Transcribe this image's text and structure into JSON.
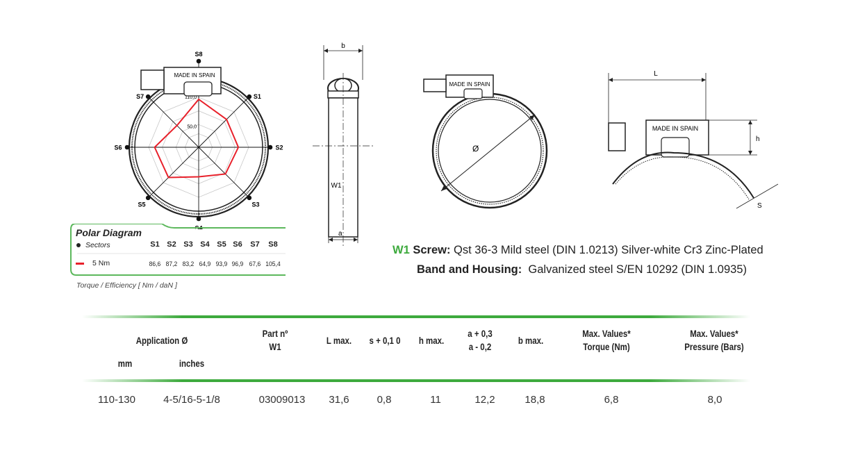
{
  "polar_diagram": {
    "title": "Polar Diagram",
    "sectors_label": "Sectors",
    "sectors": [
      "S1",
      "S2",
      "S3",
      "S4",
      "S5",
      "S6",
      "S7",
      "S8"
    ],
    "series_label": "5 Nm",
    "values": [
      "86,6",
      "87,2",
      "83,2",
      "64,9",
      "93,9",
      "96,9",
      "67,6",
      "105,4"
    ],
    "caption": "Torque / Efficiency [ Nm / daN ]",
    "ring_labels": [
      "110,0",
      "50,0"
    ],
    "series_color": "#e8202a",
    "accent_color": "#5cb85c"
  },
  "chart_data": {
    "type": "radar",
    "categories": [
      "S1",
      "S2",
      "S3",
      "S4",
      "S5",
      "S6",
      "S7",
      "S8"
    ],
    "series": [
      {
        "name": "5 Nm",
        "values": [
          86.6,
          87.2,
          83.2,
          64.9,
          93.9,
          96.9,
          67.6,
          105.4
        ]
      }
    ],
    "rlim": [
      0,
      110
    ],
    "tick_labels": [
      "50,0",
      "110,0"
    ]
  },
  "drawings": {
    "stamp": "MADE IN SPAIN",
    "dim_b": "b",
    "dim_a": "a",
    "dim_w1": "W1",
    "dim_diameter": "Ø",
    "dim_L": "L",
    "dim_h": "h",
    "dim_s": "S"
  },
  "materials": {
    "code": "W1",
    "screw_label": "Screw:",
    "screw_text": "Qst 36-3 Mild steel (DIN 1.0213) Silver-white Cr3 Zinc-Plated",
    "band_label": "Band and Housing:",
    "band_text": "Galvanized steel S/EN 10292 (DIN 1.0935)",
    "code_color": "#3daa3d"
  },
  "table": {
    "headers": {
      "application": "Application Ø",
      "mm": "mm",
      "inches": "inches",
      "part_1": "Part nº",
      "part_2": "W1",
      "l_max": "L max.",
      "s": "s + 0,1 0",
      "h_max": "h max.",
      "a_1": "a + 0,3",
      "a_2": "a - 0,2",
      "b_max": "b max.",
      "torque_1": "Max. Values*",
      "torque_2": "Torque (Nm)",
      "pressure_1": "Max. Values*",
      "pressure_2": "Pressure (Bars)"
    },
    "rows": [
      [
        "110-130",
        "4-5/16-5-1/8",
        "03009013",
        "31,6",
        "0,8",
        "11",
        "12,2",
        "18,8",
        "6,8",
        "8,0"
      ]
    ]
  }
}
